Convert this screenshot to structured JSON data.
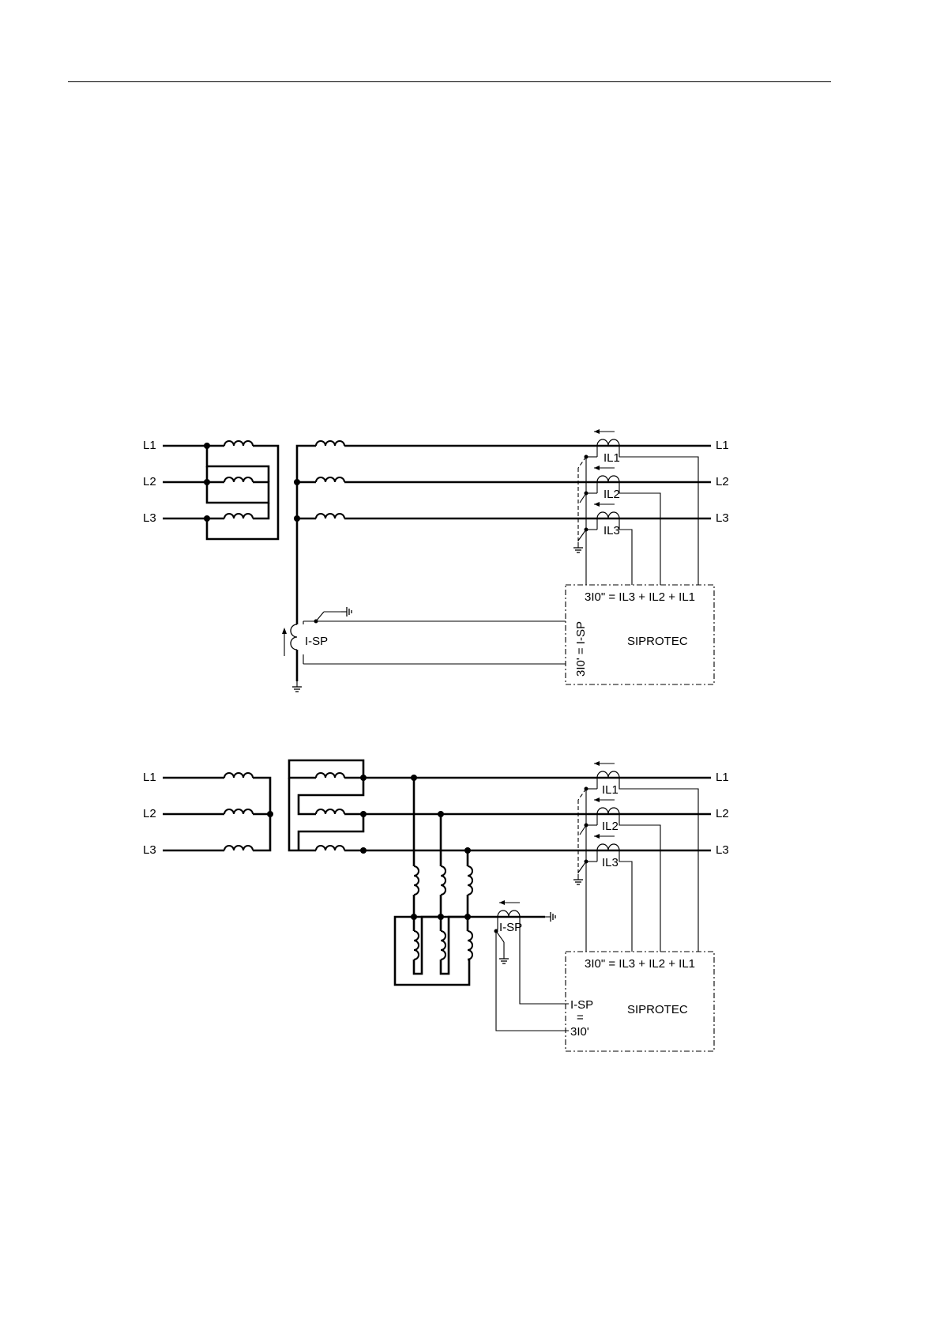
{
  "phases": [
    "L1",
    "L2",
    "L3"
  ],
  "diagram_top": {
    "ct_labels": [
      "IL1",
      "IL2",
      "IL3"
    ],
    "sum_formula": "3I0\" = IL3 + IL2 + IL1",
    "device_name": "SIPROTEC",
    "sp_input_label": "3I0' =  I-SP",
    "neutral_ct_label": "I-SP"
  },
  "diagram_bottom": {
    "ct_labels": [
      "IL1",
      "IL2",
      "IL3"
    ],
    "sum_formula": "3I0\" = IL3 + IL2 + IL1",
    "device_name": "SIPROTEC",
    "sp_input_lines": [
      "I-SP",
      "=",
      "3I0'"
    ],
    "neutral_ct_label": "I-SP"
  }
}
